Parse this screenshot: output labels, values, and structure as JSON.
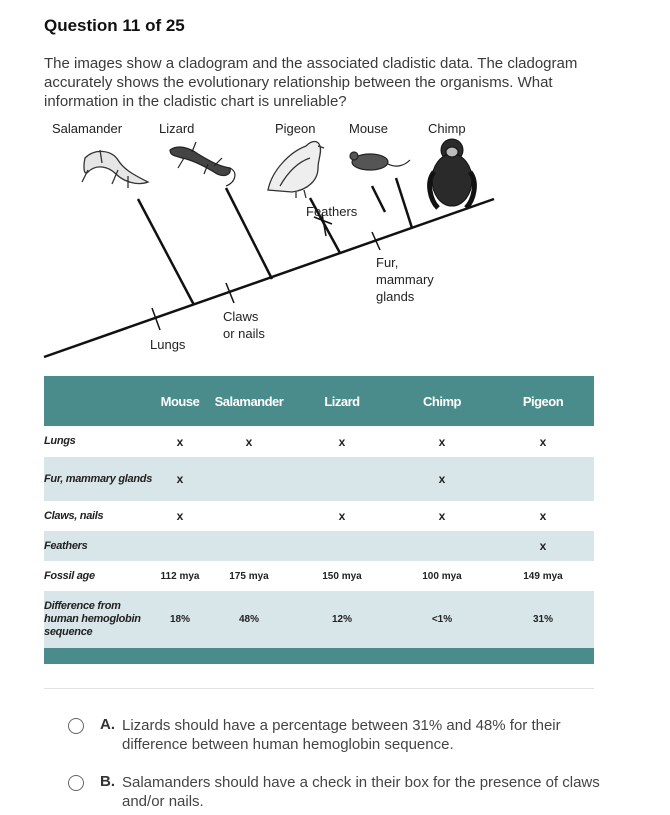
{
  "question": {
    "title": "Question 11 of 25",
    "prompt": "The images show a cladogram and the associated cladistic data. The cladogram accurately shows the evolutionary relationship between the organisms. What information in the cladistic chart is unreliable?"
  },
  "cladogram": {
    "taxa": [
      "Salamander",
      "Lizard",
      "Pigeon",
      "Mouse",
      "Chimp"
    ],
    "traits": {
      "lungs": "Lungs",
      "claws_line1": "Claws",
      "claws_line2": "or nails",
      "feathers": "Feathers",
      "fur_line1": "Fur,",
      "fur_line2": "mammary",
      "fur_line3": "glands"
    }
  },
  "table": {
    "headers": [
      "",
      "Mouse",
      "Salamander",
      "Lizard",
      "Chimp",
      "Pigeon"
    ],
    "rows": [
      {
        "label": "Lungs",
        "cells": [
          "x",
          "x",
          "x",
          "x",
          "x"
        ]
      },
      {
        "label": "Fur, mammary glands",
        "cells": [
          "x",
          "",
          "",
          "x",
          ""
        ]
      },
      {
        "label": "Claws, nails",
        "cells": [
          "x",
          "",
          "x",
          "x",
          "x"
        ]
      },
      {
        "label": "Feathers",
        "cells": [
          "",
          "",
          "",
          "",
          "x"
        ]
      },
      {
        "label": "Fossil age",
        "cells": [
          "112 mya",
          "175 mya",
          "150 mya",
          "100 mya",
          "149 mya"
        ]
      },
      {
        "label": "Difference from human hemoglobin sequence",
        "cells": [
          "18%",
          "48%",
          "12%",
          "<1%",
          "31%"
        ]
      }
    ]
  },
  "options": [
    {
      "letter": "A.",
      "text": "Lizards should have a percentage between 31% and 48% for their difference between human hemoglobin sequence."
    },
    {
      "letter": "B.",
      "text": "Salamanders should have a check in their box for the presence of claws and/or nails."
    }
  ]
}
